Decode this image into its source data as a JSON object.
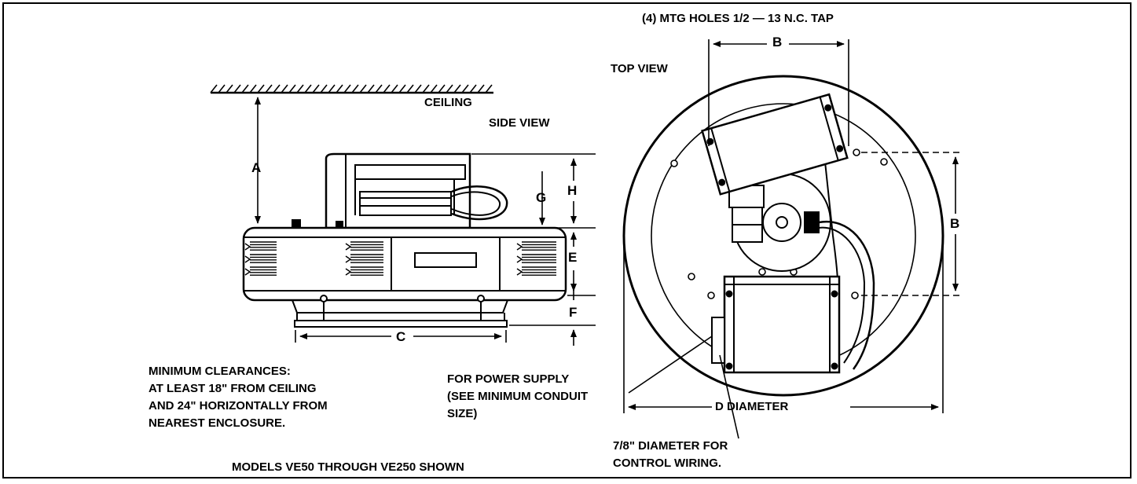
{
  "diagram": {
    "top_note": "(4) MTG HOLES 1/2 — 13 N.C. TAP",
    "top_view_title": "TOP VIEW",
    "side_view_title": "SIDE VIEW",
    "ceiling_label": "CEILING",
    "dims": {
      "A": "A",
      "B_top": "B",
      "B_side": "B",
      "C": "C",
      "D": "D DIAMETER",
      "E": "E",
      "F": "F",
      "G": "G",
      "H": "H"
    },
    "clearance_lines": [
      "MINIMUM CLEARANCES:",
      "AT LEAST 18\" FROM CEILING",
      "AND 24\" HORIZONTALLY FROM",
      "NEAREST ENCLOSURE."
    ],
    "power_supply_lines": [
      "FOR POWER SUPPLY",
      "(SEE MINIMUM CONDUIT",
      "SIZE)"
    ],
    "control_wiring_lines": [
      "7/8\" DIAMETER FOR",
      "CONTROL WIRING."
    ],
    "models_note": "MODELS VE50 THROUGH VE250 SHOWN"
  }
}
